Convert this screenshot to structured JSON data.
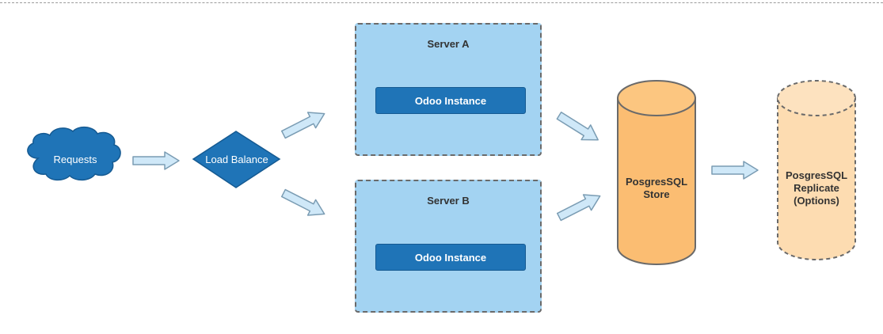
{
  "requests": {
    "label": "Requests"
  },
  "load_balancer": {
    "label": "Load Balance"
  },
  "servers": [
    {
      "title": "Server A",
      "instance_label": "Odoo Instance"
    },
    {
      "title": "Server B",
      "instance_label": "Odoo Instance"
    }
  ],
  "store": {
    "line1": "PosgresSQL",
    "line2": "Store"
  },
  "replicate": {
    "line1": "PosgresSQL",
    "line2": "Replicate",
    "line3": "(Options)"
  },
  "colors": {
    "cloud": "#1f74b7",
    "server_fill": "#a3d3f2",
    "instance": "#1f74b7",
    "store": "#fbbd72",
    "replicate": "#fddcb1",
    "arrow": "#cfe8f8"
  }
}
